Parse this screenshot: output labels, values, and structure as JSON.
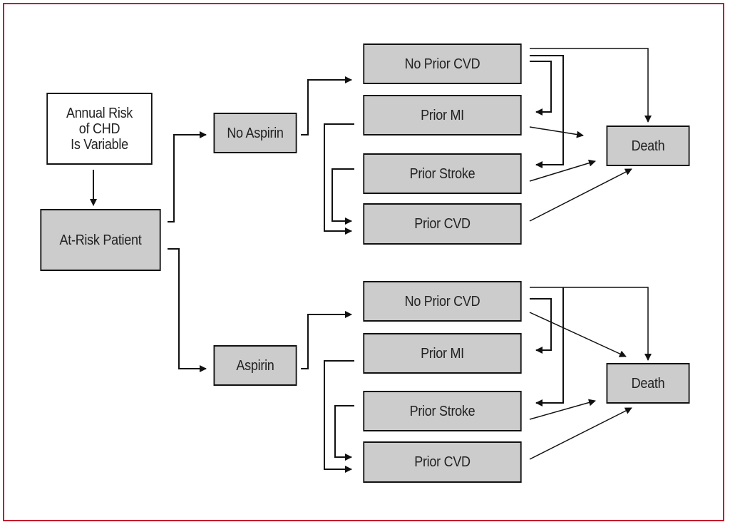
{
  "title": "Decision model: aspirin for primary prevention of coronary heart disease",
  "colors": {
    "frame": "#c8102e",
    "box_fill": "#cccccc",
    "box_border": "#111111",
    "line": "#111111"
  },
  "nodes": {
    "annual_risk": {
      "lines": [
        "Annual Risk",
        "of CHD",
        "Is Variable"
      ]
    },
    "at_risk_patient": {
      "label": "At-Risk Patient"
    },
    "no_aspirin": {
      "label": "No Aspirin"
    },
    "aspirin": {
      "label": "Aspirin"
    },
    "upper": {
      "no_prior_cvd": {
        "label": "No Prior CVD"
      },
      "prior_mi": {
        "label": "Prior MI"
      },
      "prior_stroke": {
        "label": "Prior Stroke"
      },
      "prior_cvd": {
        "label": "Prior CVD"
      },
      "death": {
        "label": "Death"
      }
    },
    "lower": {
      "no_prior_cvd": {
        "label": "No Prior CVD"
      },
      "prior_mi": {
        "label": "Prior MI"
      },
      "prior_stroke": {
        "label": "Prior Stroke"
      },
      "prior_cvd": {
        "label": "Prior CVD"
      },
      "death": {
        "label": "Death"
      }
    }
  },
  "edges": [
    {
      "from": "Annual Risk of CHD Is Variable",
      "to": "At-Risk Patient"
    },
    {
      "from": "At-Risk Patient",
      "to": "No Aspirin"
    },
    {
      "from": "At-Risk Patient",
      "to": "Aspirin"
    },
    {
      "from": "No Aspirin",
      "to": "No Prior CVD"
    },
    {
      "from": "No Prior CVD",
      "to": "Death"
    },
    {
      "from": "No Prior CVD",
      "to": "Prior MI"
    },
    {
      "from": "No Prior CVD",
      "to": "Prior Stroke"
    },
    {
      "from": "Prior MI",
      "to": "Death"
    },
    {
      "from": "Prior MI",
      "to": "Prior CVD"
    },
    {
      "from": "Prior Stroke",
      "to": "Death"
    },
    {
      "from": "Prior Stroke",
      "to": "Prior CVD"
    },
    {
      "from": "Prior CVD",
      "to": "Death"
    },
    {
      "from": "Aspirin",
      "to": "No Prior CVD"
    },
    {
      "from": "No Prior CVD",
      "to": "Death",
      "branch": "aspirin"
    },
    {
      "from": "No Prior CVD",
      "to": "Death",
      "branch": "aspirin-diagonal"
    },
    {
      "from": "No Prior CVD",
      "to": "Prior MI",
      "branch": "aspirin"
    },
    {
      "from": "No Prior CVD",
      "to": "Prior Stroke",
      "branch": "aspirin"
    },
    {
      "from": "Prior MI",
      "to": "Prior CVD",
      "branch": "aspirin"
    },
    {
      "from": "Prior Stroke",
      "to": "Death",
      "branch": "aspirin"
    },
    {
      "from": "Prior Stroke",
      "to": "Prior CVD",
      "branch": "aspirin"
    },
    {
      "from": "Prior CVD",
      "to": "Death",
      "branch": "aspirin"
    }
  ]
}
